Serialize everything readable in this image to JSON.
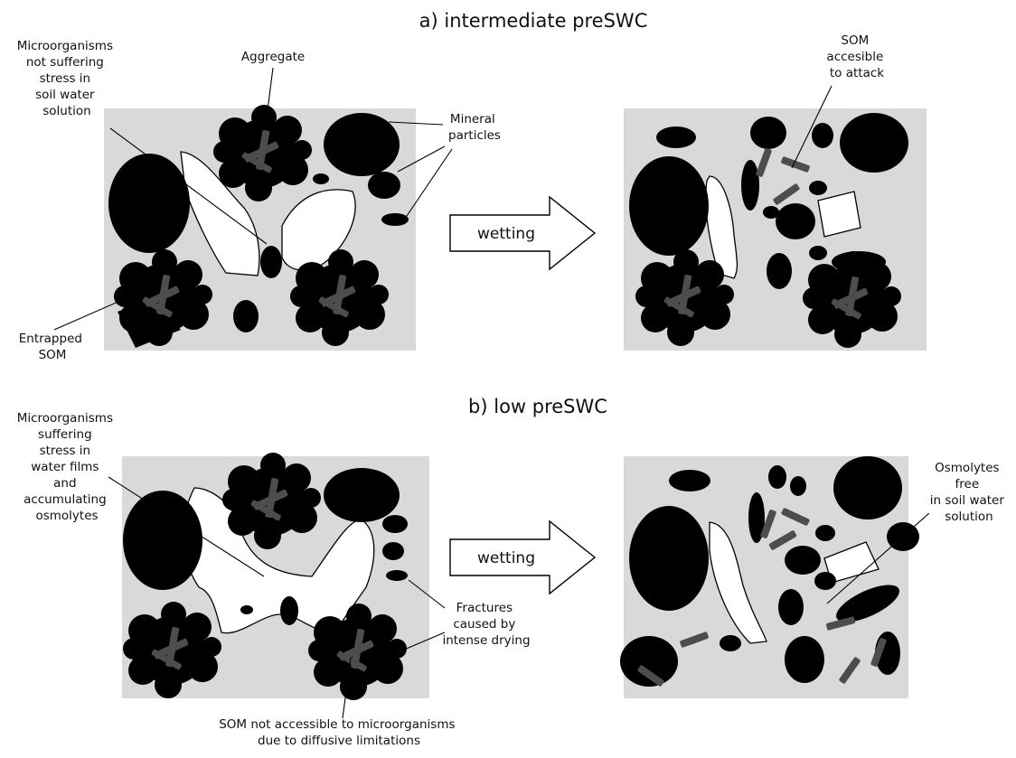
{
  "panels": {
    "a": {
      "title": "a) intermediate preSWC",
      "arrow_label": "wetting",
      "labels": {
        "microorganisms": [
          "Microorganisms",
          "not suffering",
          "stress in",
          "soil water",
          "solution"
        ],
        "aggregate": [
          "Aggregate"
        ],
        "mineral": [
          "Mineral",
          "particles"
        ],
        "som_accessible": [
          "SOM",
          "accesible",
          "to attack"
        ],
        "entrapped": [
          "Entrapped",
          "SOM"
        ]
      }
    },
    "b": {
      "title": "b) low preSWC",
      "arrow_label": "wetting",
      "labels": {
        "microorganisms": [
          "Microorganisms",
          "suffering",
          "stress in",
          "water films",
          "and",
          "accumulating",
          "osmolytes"
        ],
        "osmolytes": [
          "Osmolytes",
          "free",
          "in soil water",
          "solution"
        ],
        "fractures": [
          "Fractures",
          "caused by",
          "intense drying"
        ],
        "som_not_accessible": [
          "SOM not accessible to microorganisms",
          "due to diffusive limitations"
        ]
      }
    }
  },
  "colors": {
    "matrix": "#d9d9d9",
    "particle": "#000000",
    "som": "#4d4d4d",
    "pore": "#ffffff"
  }
}
